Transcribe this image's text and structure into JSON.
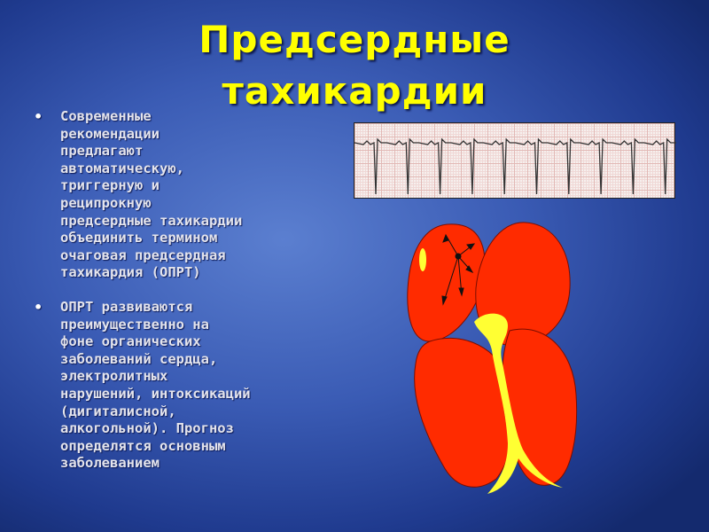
{
  "slide": {
    "title_line1": "Предсердные",
    "title_line2": "тахикардии",
    "bullets": [
      "Современные\nрекомендации\nпредлагают\nавтоматическую,\nтриггерную и\nреципрокную\nпредсердные тахикардии\nобъединить термином\nочаговая предсердная\nтахикардия (ОПРТ)",
      "ОПРТ развиваются\nпреимущественно на\nфоне органических\nзаболеваний сердца,\nэлектролитных\nнарушений, интоксикаций\n(дигиталисной,\nалкогольной). Прогноз\nопределятся основным\nзаболеванием"
    ]
  },
  "colors": {
    "title": "#ffff00",
    "heart_fill": "#ff2b00",
    "conduction_path": "#ffff33"
  }
}
